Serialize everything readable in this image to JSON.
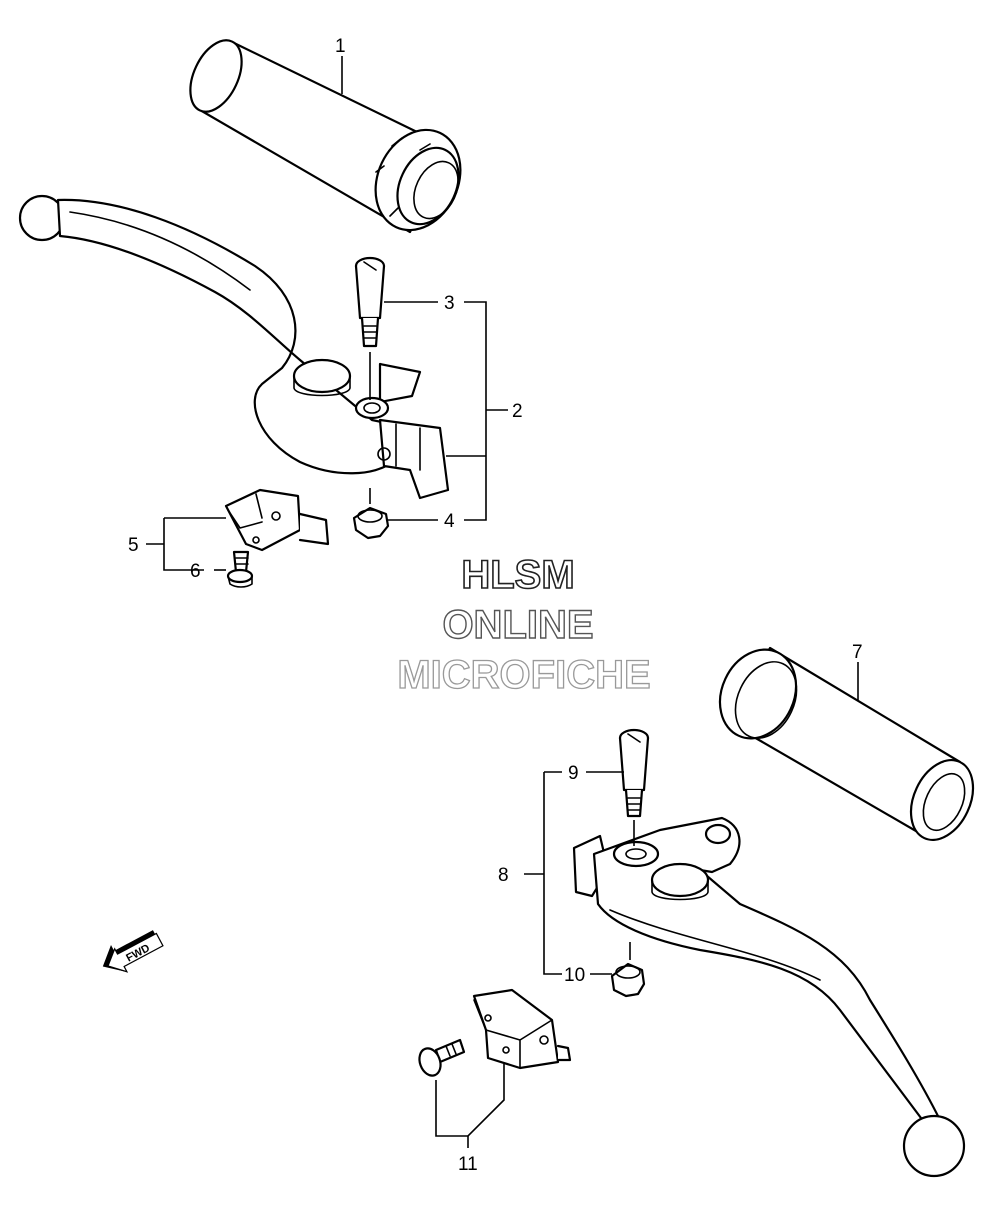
{
  "callouts": {
    "c1": "1",
    "c2": "2",
    "c3": "3",
    "c4": "4",
    "c5": "5",
    "c6": "6",
    "c7": "7",
    "c8": "8",
    "c9": "9",
    "c10": "10",
    "c11": "11"
  },
  "watermark": {
    "line1": "HLSM",
    "line2": "ONLINE",
    "line3": "MICROFICHE"
  },
  "direction": {
    "label": "FWD",
    "icon": "fwd-arrow-icon"
  }
}
